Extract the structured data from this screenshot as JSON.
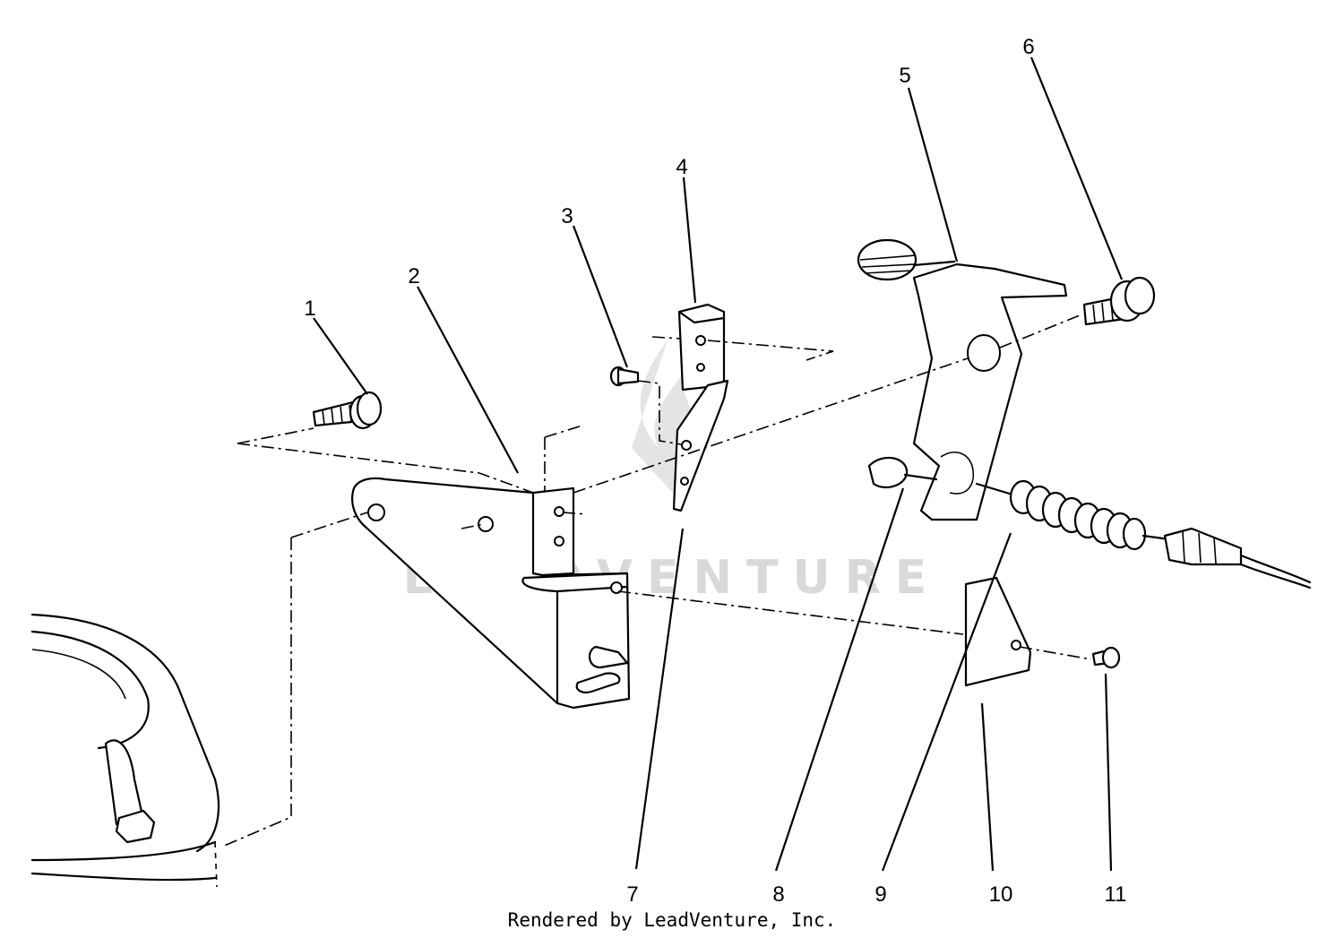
{
  "watermark": "LEADVENTURE",
  "footer": "Rendered by LeadVenture, Inc.",
  "part_labels": [
    "1",
    "2",
    "3",
    "4",
    "5",
    "6",
    "7",
    "8",
    "9",
    "10",
    "11"
  ],
  "colors": {
    "line": "#000000",
    "watermark": "#d9d9d9",
    "background": "#ffffff"
  }
}
